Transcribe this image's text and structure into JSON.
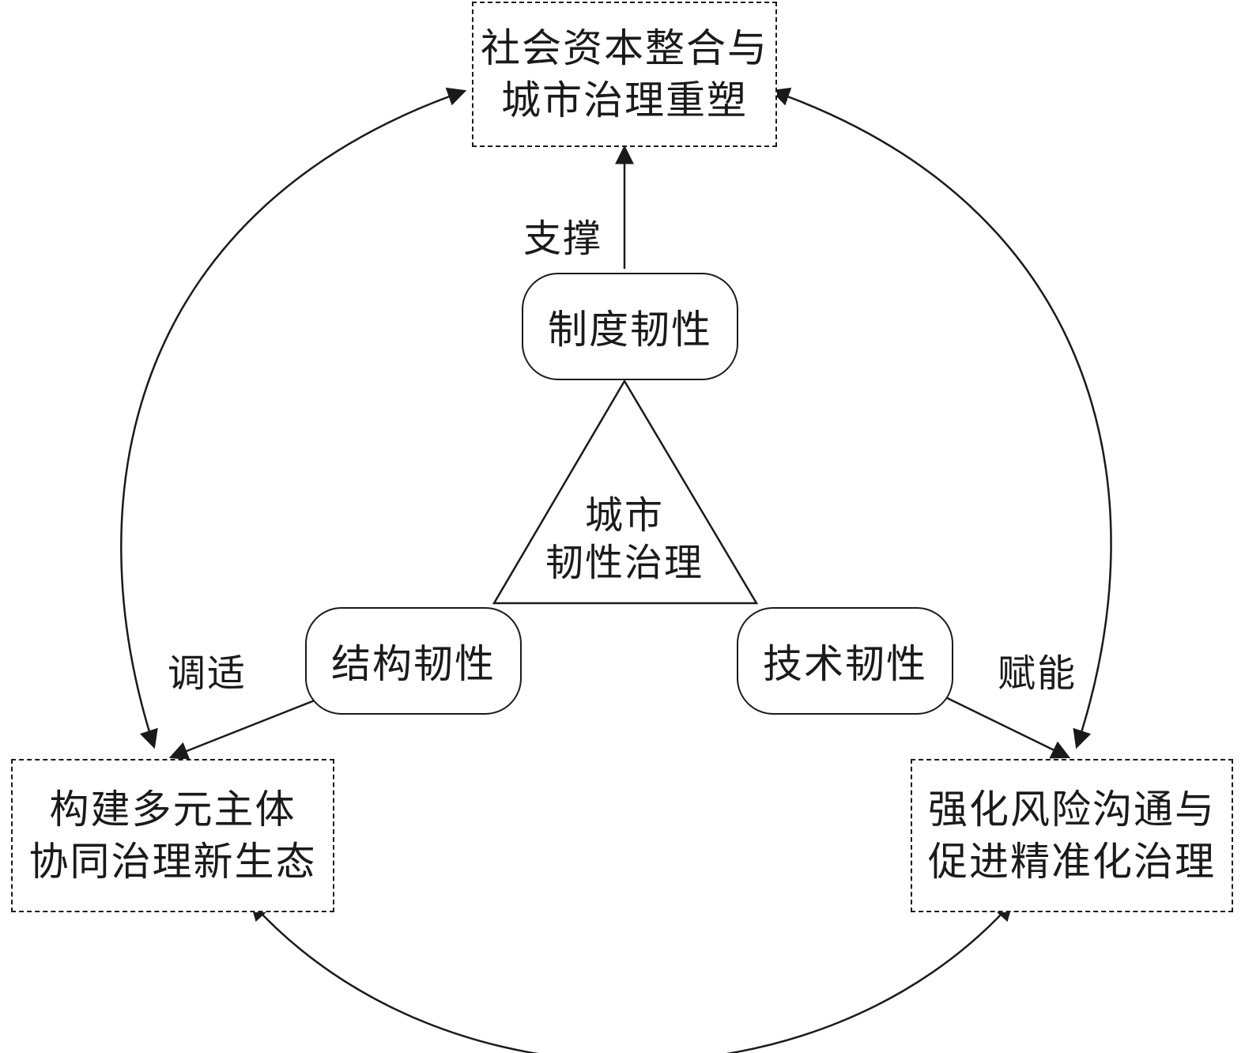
{
  "outcomes": {
    "top": {
      "line1": "社会资本整合与",
      "line2": "城市治理重塑"
    },
    "left": {
      "line1": "构建多元主体",
      "line2": "协同治理新生态"
    },
    "right": {
      "line1": "强化风险沟通与",
      "line2": "促进精准化治理"
    }
  },
  "resilience": {
    "institutional": "制度韧性",
    "structural": "结构韧性",
    "technical": "技术韧性"
  },
  "center": {
    "line1": "城市",
    "line2": "韧性治理"
  },
  "edge_labels": {
    "support": "支撑",
    "adapt": "调适",
    "empower": "赋能"
  },
  "colors": {
    "stroke": "#1a1a1a",
    "background": "#ffffff"
  }
}
